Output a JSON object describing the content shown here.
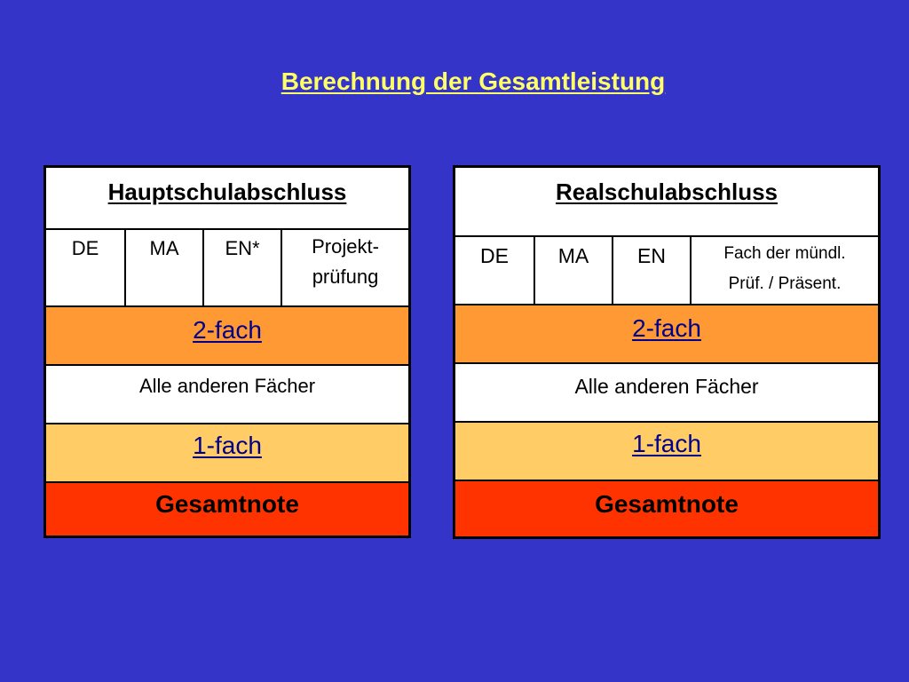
{
  "slide": {
    "title": "Berechnung der Gesamtleistung"
  },
  "colors": {
    "background": "#3434c8",
    "title": "#ffff66",
    "double_weight_row": "#ff9933",
    "single_weight_row": "#ffcc66",
    "total_row": "#ff3300",
    "weight_text": "#00008b"
  },
  "left_table": {
    "heading": "Hauptschulabschluss",
    "subjects": [
      "DE",
      "MA",
      "EN*"
    ],
    "project_line1": "Projekt-",
    "project_line2": "prüfung",
    "double_label": "2-fach",
    "others_label": "Alle anderen Fächer",
    "single_label": "1-fach",
    "total_label": "Gesamtnote"
  },
  "right_table": {
    "heading": "Realschulabschluss",
    "subjects": [
      "DE",
      "MA",
      "EN"
    ],
    "oral_line1": "Fach der mündl.",
    "oral_line2": "Prüf. / Präsent.",
    "double_label": "2-fach",
    "others_label": "Alle anderen Fächer",
    "single_label": "1-fach",
    "total_label": "Gesamtnote"
  }
}
